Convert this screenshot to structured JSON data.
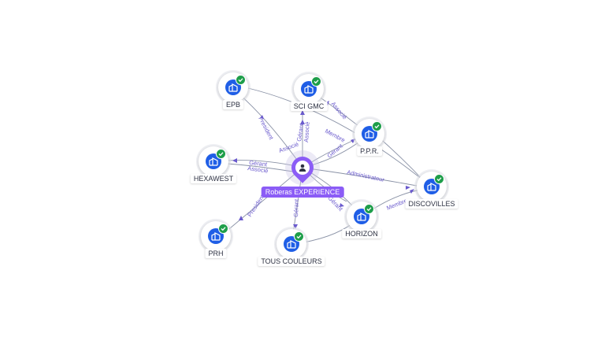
{
  "center": {
    "label": "Roberas EXPERIENCE",
    "icon": "person-icon",
    "color": "#8b5cf6"
  },
  "nodes": [
    {
      "id": "epb",
      "label": "EPB",
      "icon": "building-icon",
      "status_icon": "check-icon"
    },
    {
      "id": "scigmc",
      "label": "SCI GMC",
      "icon": "building-icon",
      "status_icon": "check-icon"
    },
    {
      "id": "ppr",
      "label": "P.P.R.",
      "icon": "building-icon",
      "status_icon": "check-icon"
    },
    {
      "id": "hexawest",
      "label": "HEXAWEST",
      "icon": "building-icon",
      "status_icon": "check-icon"
    },
    {
      "id": "discovilles",
      "label": "DISCOVILLES",
      "icon": "building-icon",
      "status_icon": "check-icon"
    },
    {
      "id": "horizon",
      "label": "HORIZON",
      "icon": "building-icon",
      "status_icon": "check-icon"
    },
    {
      "id": "prh",
      "label": "PRH",
      "icon": "building-icon",
      "status_icon": "check-icon"
    },
    {
      "id": "touscouleurs",
      "label": "TOUS COULEURS",
      "icon": "building-icon",
      "status_icon": "check-icon"
    }
  ],
  "edge_labels": {
    "epb": "President",
    "scigmc_1": "Gérant",
    "scigmc_2": "Associé",
    "ppr_1": "Associé",
    "ppr_2": "Gérant",
    "ppr_scigmc": "Associé",
    "ppr_discovilles": "Membre",
    "hexawest_1": "Gérant",
    "hexawest_2": "Associé",
    "discovilles": "Administrateur",
    "horizon": "Gérant",
    "horizon_discovilles": "Membre",
    "prh": "President",
    "touscouleurs": "Gérant"
  },
  "colors": {
    "brand": "#1f5ee6",
    "verified": "#1e9e4a",
    "edge_text": "#6a5acd"
  }
}
